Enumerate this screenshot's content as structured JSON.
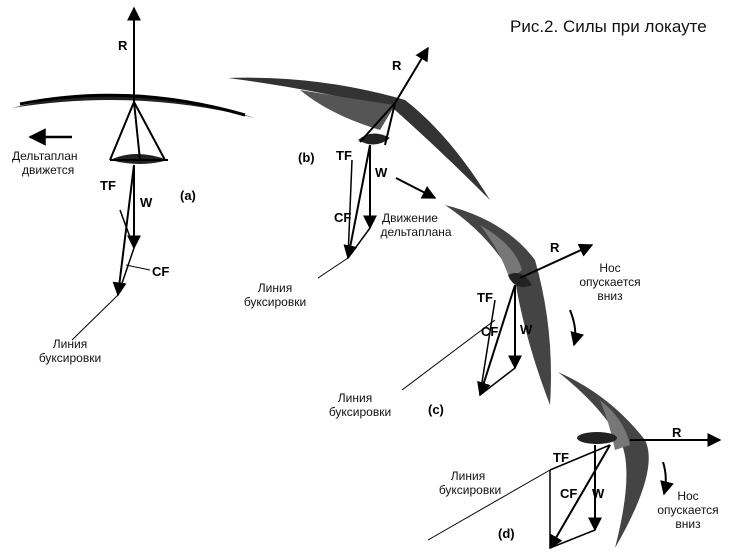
{
  "title": "Рис.2. Силы при локауте",
  "panel_a": {
    "tag": "(a)",
    "R": "R",
    "TF": "TF",
    "W": "W",
    "CF": "CF",
    "moving_line1": "Дельтаплан",
    "moving_line2": "движется",
    "tow1": "Линия",
    "tow2": "буксировки"
  },
  "panel_b": {
    "tag": "(b)",
    "R": "R",
    "TF": "TF",
    "W": "W",
    "CF": "CF",
    "tow1": "Линия",
    "tow2": "буксировки",
    "motion1": "Движение",
    "motion2": "дельтаплана"
  },
  "panel_c": {
    "tag": "(c)",
    "R": "R",
    "TF": "TF",
    "W": "W",
    "CF": "CF",
    "tow1": "Линия",
    "tow2": "буксировки",
    "nose1": "Нос",
    "nose2": "опускается",
    "nose3": "вниз"
  },
  "panel_d": {
    "tag": "(d)",
    "R": "R",
    "TF": "TF",
    "W": "W",
    "CF": "CF",
    "tow1": "Линия",
    "tow2": "буксировки",
    "nose1": "Нос",
    "nose2": "опускается",
    "nose3": "вниз"
  }
}
